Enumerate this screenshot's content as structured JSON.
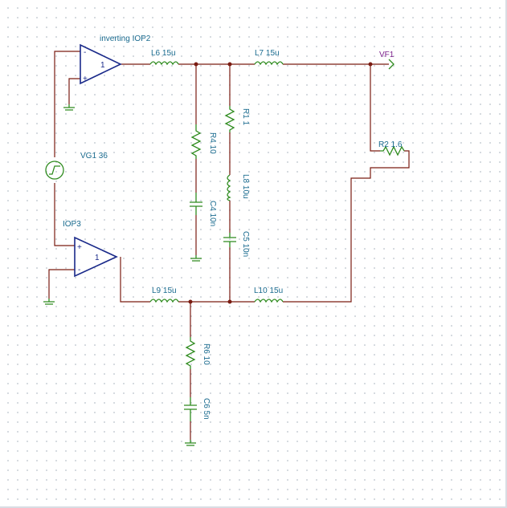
{
  "labels": {
    "iop2": "inverting IOP2",
    "iop3": "IOP3",
    "vg1": "VG1 36",
    "l6": "L6 15u",
    "l7": "L7 15u",
    "l8": "L8 10u",
    "l9": "L9 15u",
    "l10": "L10 15u",
    "r1": "R1 1",
    "r2": "R2 1.6",
    "r4": "R4 10",
    "r6": "R6 10",
    "c4": "C4 10n",
    "c5": "C5 10n",
    "c6": "C6 5n",
    "vf1": "VF1"
  },
  "pins": {
    "minus": "-",
    "plus": "+",
    "one": "1"
  },
  "colors": {
    "wire": "#7a1c12",
    "component": "#2e8b1e",
    "opamp": "#1a2a8a",
    "label": "#1a6b8f",
    "vf_label": "#7a1f8a"
  }
}
